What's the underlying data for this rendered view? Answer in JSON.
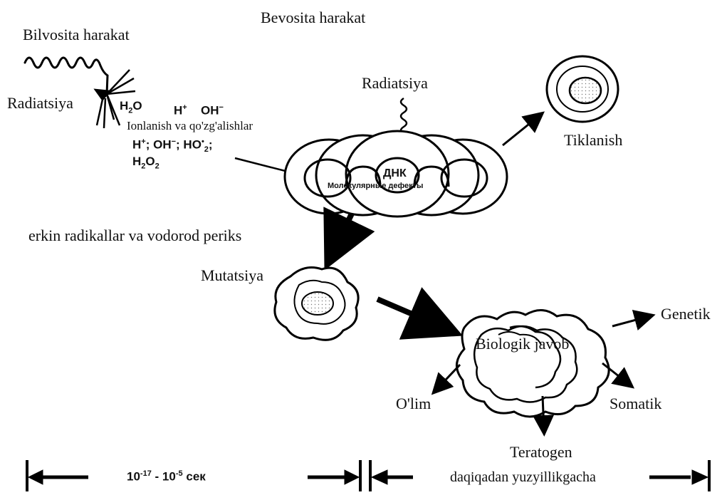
{
  "labels": {
    "direct_action": "Bevosita harakat",
    "indirect_action": "Bilvosita harakat",
    "radiation_left": "Radiatsiya",
    "radiation_top": "Radiatsiya",
    "ionization": "Ionlanish va qo'zg'alishlar",
    "recovery": "Tiklanish",
    "free_radicals": "erkin radikallar va vodorod periks",
    "mutation": "Mutatsiya",
    "biological_response": "Biologik javob",
    "genetic": "Genetik",
    "death": "O'lim",
    "somatic": "Somatik",
    "teratogen": "Teratogen"
  },
  "chemistry": {
    "h2o": "H",
    "h2o_sub": "2",
    "h2o_tail": "O",
    "hplus": "H",
    "hplus_sup": "+",
    "oh": "OH",
    "oh_sup": "−",
    "line3_a": "H",
    "line3_a_sup": "+",
    "line3_b": "; OH",
    "line3_b_sup": "−",
    "line3_c": "; HO",
    "line3_c_sup": "•",
    "line3_c_sub": "2",
    "line3_d": ";",
    "h2o2_a": "H",
    "h2o2_sub1": "2",
    "h2o2_b": "O",
    "h2o2_sub2": "2"
  },
  "cell": {
    "dna": "ДНК",
    "defects": "Молекулярные дефекты"
  },
  "timeline": {
    "left_base1": "10",
    "left_exp1": "-17",
    "left_mid": " - 10",
    "left_exp2": "-5",
    "left_unit": " сек",
    "right": "daqiqadan yuzyillikgacha"
  }
}
